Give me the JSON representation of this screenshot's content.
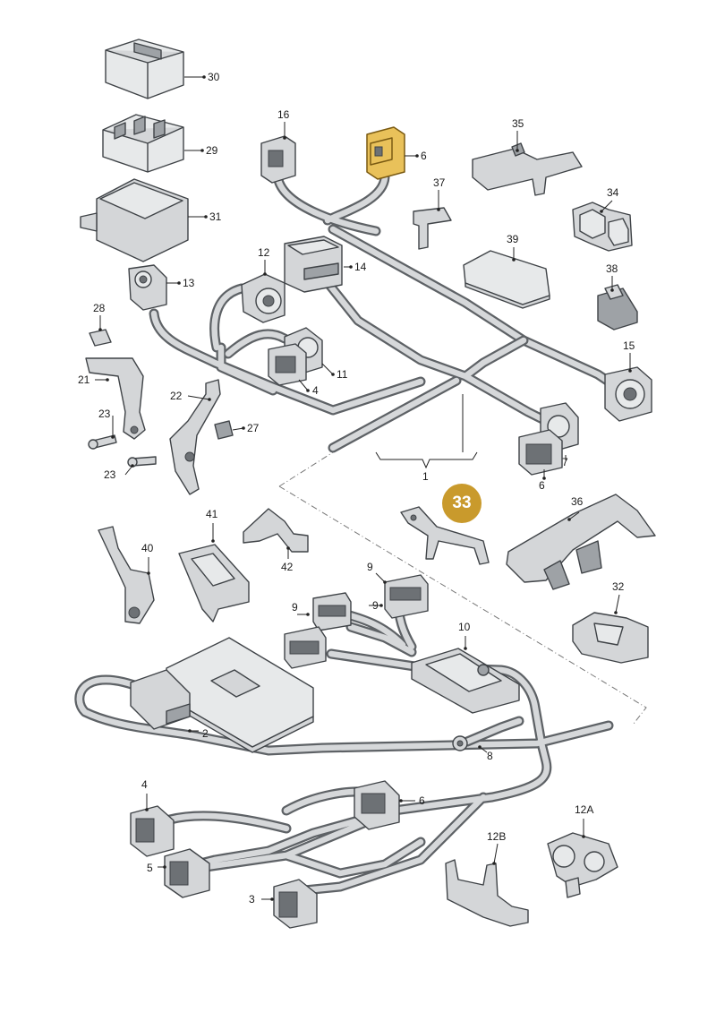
{
  "colors": {
    "highlight": "#e9c15a",
    "badge": "#c99a2c",
    "part": "#d4d6d8",
    "outline": "#3f4347"
  },
  "badge": {
    "label": "33"
  },
  "labels": {
    "l30": "30",
    "l29": "29",
    "l31": "31",
    "l16": "16",
    "l6a": "6",
    "l35": "35",
    "l37": "37",
    "l34": "34",
    "l12": "12",
    "l14": "14",
    "l39": "39",
    "l38": "38",
    "l13": "13",
    "l28": "28",
    "l15": "15",
    "l21": "21",
    "l11": "11",
    "l4a": "4",
    "l22": "22",
    "l27": "27",
    "l23a": "23",
    "l7": "7",
    "l23b": "23",
    "l1": "1",
    "l6b": "6",
    "l36": "36",
    "l41": "41",
    "l40": "40",
    "l42": "42",
    "l9a": "9",
    "l9b": "9",
    "l9c": "9",
    "l32": "32",
    "l10": "10",
    "l2": "2",
    "l8": "8",
    "l4b": "4",
    "l6c": "6",
    "l12A": "12A",
    "l12B": "12B",
    "l5": "5",
    "l3": "3"
  }
}
